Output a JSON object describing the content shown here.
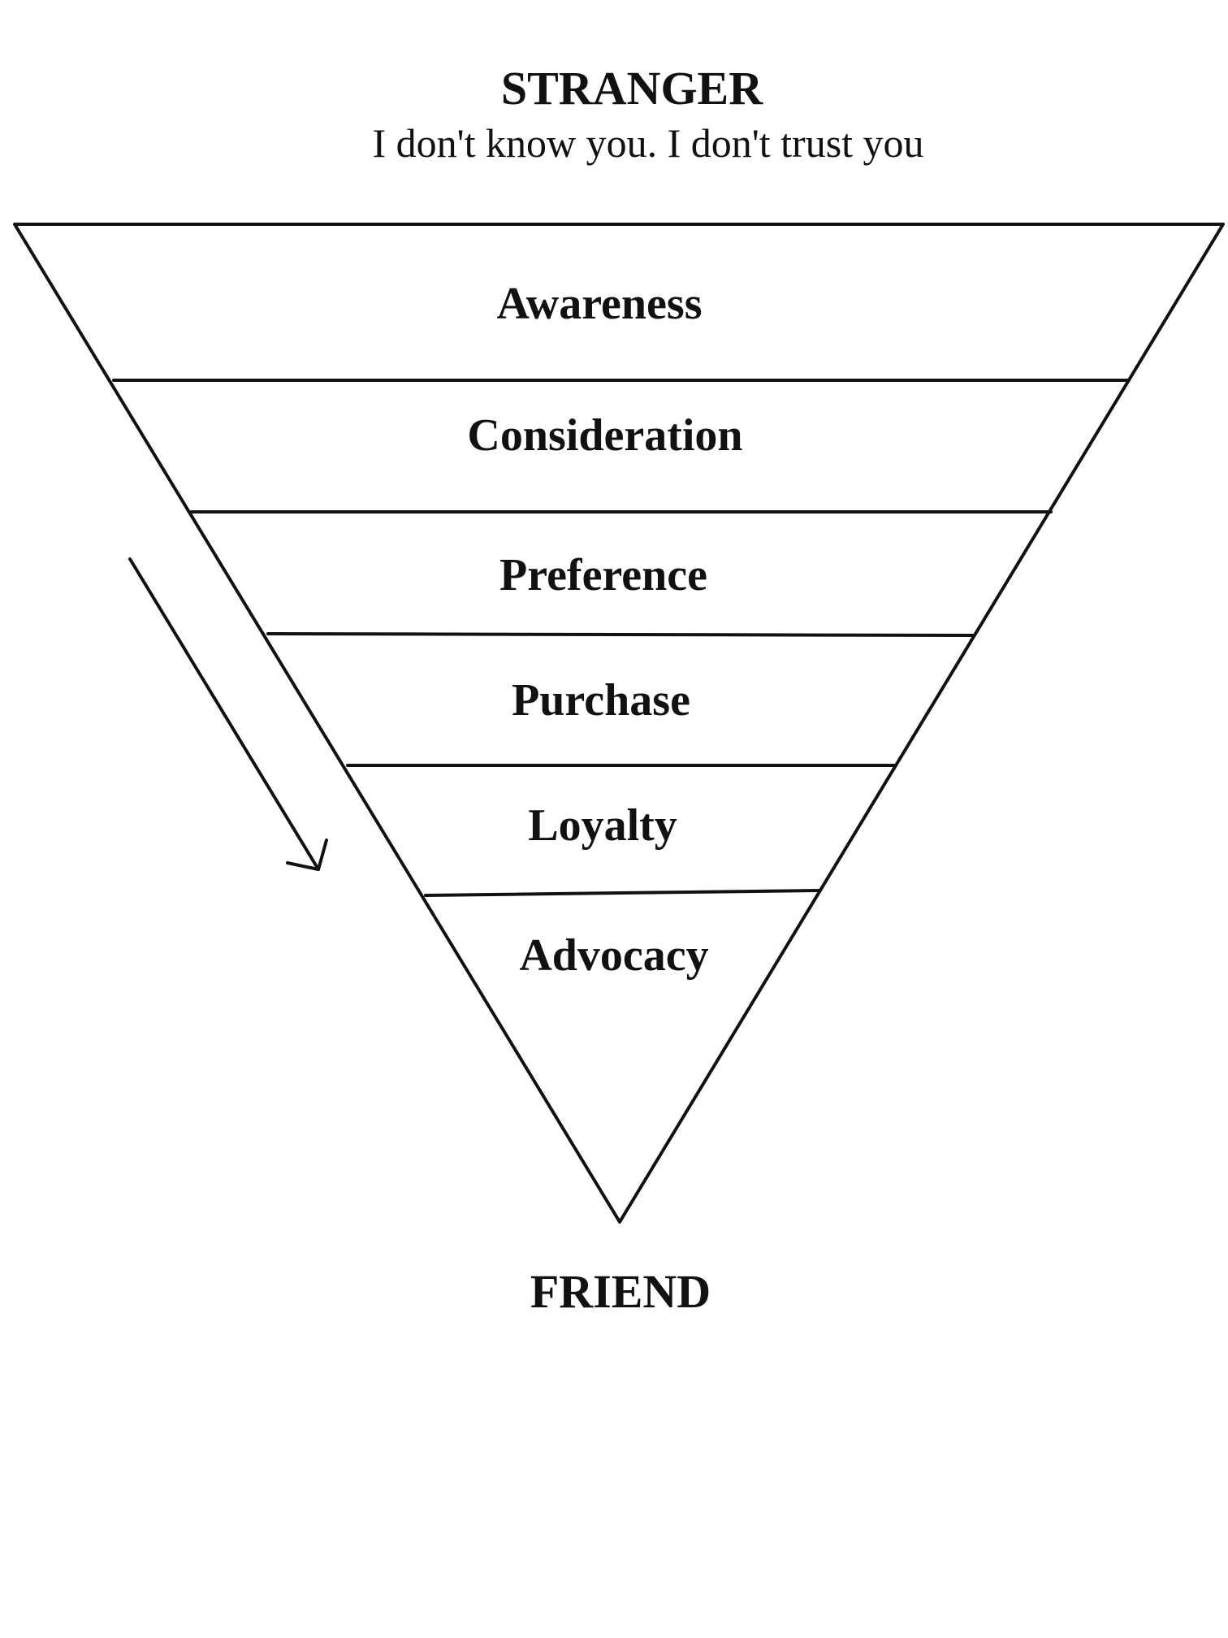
{
  "top": {
    "title": "STRANGER",
    "subtitle": "I don't know you. I don't trust you"
  },
  "funnel": {
    "stages": [
      {
        "label": "Awareness"
      },
      {
        "label": "Consideration"
      },
      {
        "label": "Preference"
      },
      {
        "label": "Purchase"
      },
      {
        "label": "Loyalty"
      },
      {
        "label": "Advocacy"
      }
    ]
  },
  "bottom": {
    "title": "FRIEND"
  },
  "colors": {
    "ink": "#111111",
    "background": "#ffffff"
  },
  "icons": {
    "flow_arrow": "arrow-down-right-icon"
  }
}
